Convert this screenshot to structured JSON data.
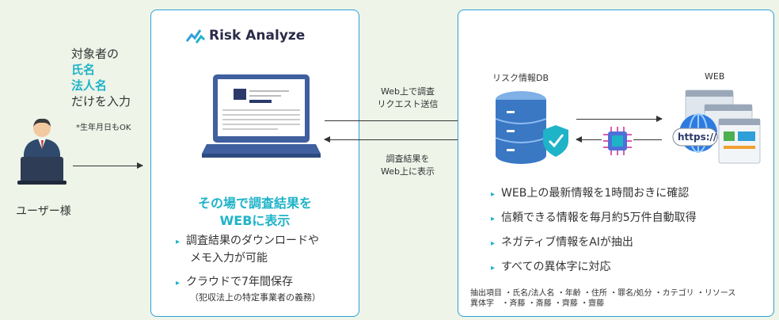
{
  "user": {
    "target_line1": "対象者の",
    "target_line2": "氏名",
    "target_line3": "法人名",
    "target_line4": "だけを入力",
    "dob_note": "*生年月日もOK",
    "label": "ユーザー様"
  },
  "center_panel": {
    "logo_text": "Risk Analyze",
    "headline_line1": "その場で調査結果を",
    "headline_line2": "WEBに表示",
    "bullets": [
      {
        "line1": "調査結果のダウンロードや",
        "line2": "メモ入力が可能"
      },
      {
        "line1": "クラウドで7年間保存",
        "line2": "（犯収法上の特定事業者の義務）"
      }
    ]
  },
  "flow": {
    "request_line1": "Web上で調査",
    "request_line2": "リクエスト送信",
    "result_line1": "調査結果を",
    "result_line2": "Web上に表示"
  },
  "right_panel": {
    "db_label": "リスク情報DB",
    "web_label": "WEB",
    "https_label": "https://",
    "bullets": [
      "WEB上の最新情報を1時間おきに確認",
      "信頼できる情報を毎月約5万件自動取得",
      "ネガティブ情報をAIが抽出",
      "すべての異体字に対応"
    ],
    "fields_title": "抽出項目",
    "fields": "・氏名/法人名 ・年齢 ・住所 ・罪名/処分 ・カテゴリ ・リソース",
    "variants_title": "異体字",
    "variants": "・斉藤 ・斎藤 ・齊藤 ・齋藤"
  },
  "colors": {
    "accent": "#1fb3c8",
    "border": "#2e9fd8",
    "db": "#3a78c4",
    "shield": "#1fb3c8"
  }
}
